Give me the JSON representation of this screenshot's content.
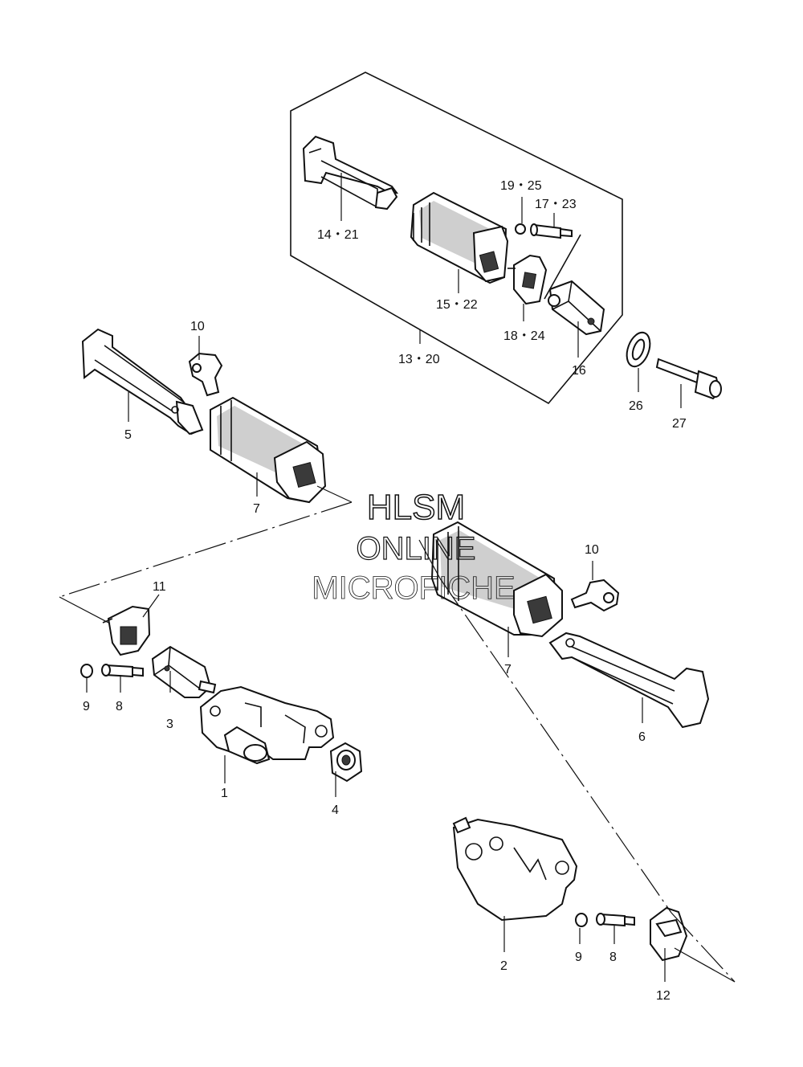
{
  "watermark": {
    "line1": "HLSM",
    "line2": "ONLINE",
    "line3": "MICROFICHE"
  },
  "labels": {
    "l_14_21": "14・21",
    "l_15_22": "15・22",
    "l_19_25": "19・25",
    "l_17_23": "17・23",
    "l_18_24": "18・24",
    "l_13_20": "13・20",
    "l_16": "16",
    "l_26": "26",
    "l_27": "27",
    "l_10a": "10",
    "l_5": "5",
    "l_7a": "7",
    "l_10b": "10",
    "l_7b": "7",
    "l_6": "6",
    "l_11": "11",
    "l_9a": "9",
    "l_8a": "8",
    "l_3": "3",
    "l_1": "1",
    "l_4": "4",
    "l_2": "2",
    "l_9b": "9",
    "l_8b": "8",
    "l_12": "12"
  },
  "colors": {
    "line": "#111111",
    "background": "#ffffff"
  }
}
